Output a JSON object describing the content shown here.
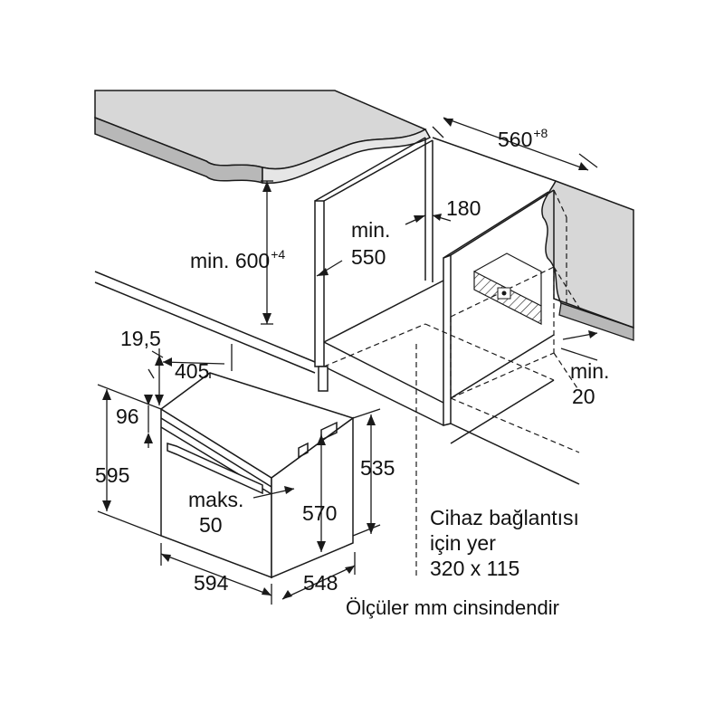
{
  "colors": {
    "line": "#1a1a1a",
    "countertop": "#d7d7d7",
    "countertop_dark": "#b8b8b8",
    "hatch": "#2a2a2a"
  },
  "dimensions": {
    "niche_width": {
      "value": "560",
      "tolerance": "+8"
    },
    "gap_180": "180",
    "min_550": {
      "line1": "min.",
      "line2": "550"
    },
    "min_600": {
      "value": "min. 600",
      "tolerance": "+4"
    },
    "d_19_5": "19,5",
    "d_405": "405",
    "d_96": "96",
    "d_595": "595",
    "d_535": "535",
    "d_570": "570",
    "maks_50": {
      "line1": "maks.",
      "line2": "50"
    },
    "d_594": "594",
    "d_548": "548",
    "min_20": {
      "line1": "min.",
      "line2": "20"
    }
  },
  "connection_note": {
    "line1": "Cihaz bağlantısı",
    "line2": "için yer",
    "line3": "320 x 115"
  },
  "units_note": "Ölçüler mm cinsindendir"
}
